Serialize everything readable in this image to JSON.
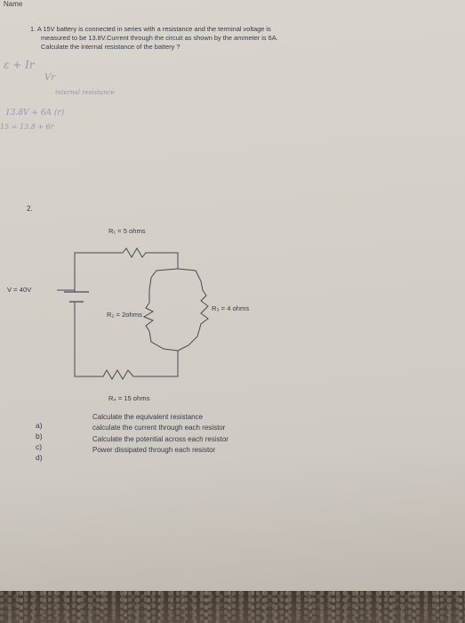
{
  "header": {
    "name_label": "Name"
  },
  "question1": {
    "number": "1.",
    "lines": [
      "A 15V battery is connected in series with a resistance and the terminal voltage is",
      "measured to be 13.8V.Current through the circuit as shown by the ammeter is 6A.",
      "Calculate the internal resistance of the battery ?"
    ]
  },
  "handwriting": {
    "h1": "ε + Ir",
    "h2": "Vr",
    "h3": "internal resistance",
    "h4": "13.8V + 6A (r)",
    "h5": "15 = 13.8 + 6r"
  },
  "question2": {
    "number": "2.",
    "voltage": "V = 40V",
    "r1": "R₁ = 5 ohms",
    "r2": "R₂ = 2ohms",
    "r3": "R₃ = 4 ohms",
    "r4": "R₄ = 15 ohms",
    "parts": [
      "a)",
      "b)",
      "c)",
      "d)"
    ],
    "tasks": [
      "Calculate the equivalent resistance",
      "calculate the current through each resistor",
      "Calculate the potential across each resistor",
      "Power dissipated through each resistor"
    ]
  }
}
